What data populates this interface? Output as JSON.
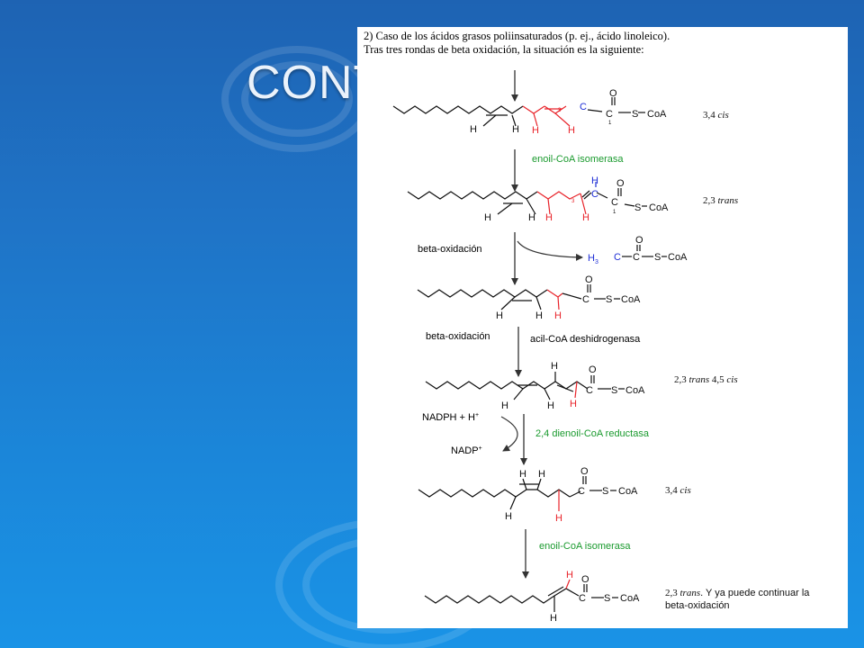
{
  "slide": {
    "title": "CONT",
    "colors": {
      "background": "#1f74c7",
      "panel": "#ffffff"
    }
  },
  "caption": {
    "line1": "2) Caso de los ácidos grasos poliinsaturados (p. ej., ácido linoleico).",
    "line2": "Tras tres rondas de beta oxidación, la situación es la siguiente:"
  },
  "atoms": {
    "H": "H",
    "C": "C",
    "O": "O",
    "S": "S",
    "CoA": "CoA",
    "H3": "H",
    "sub3": "3",
    "n1": "1",
    "n3": "3"
  },
  "labels": {
    "s1": {
      "num": "3,4",
      "type": "cis"
    },
    "s2": {
      "num": "2,3",
      "type": "trans"
    },
    "s4": {
      "num": "2,3",
      "type": "trans",
      "num2": "4,5",
      "type2": "cis"
    },
    "s5": {
      "num": "3,4",
      "type": "cis"
    },
    "s6": {
      "num": "2,3",
      "type": "trans",
      "rest1": ". Y ya puede continuar la",
      "rest2": "beta-oxidación"
    }
  },
  "enzymes": {
    "isomerasa1": "enoil-CoA isomerasa",
    "beta1": "beta-oxidación",
    "beta2": "beta-oxidación",
    "deshidrogenasa": "acil-CoA deshidrogenasa",
    "nadph": "NADPH + H",
    "nadph_sup": "+",
    "nadp": "NADP",
    "nadp_sup": "+",
    "reductasa": "2,4 dienoil-CoA reductasa",
    "isomerasa2": "enoil-CoA isomerasa"
  },
  "colors": {
    "red": "#e8232a",
    "blue": "#1f2fd6",
    "green": "#1a9a2e",
    "black": "#111111",
    "arrow": "#333333"
  }
}
